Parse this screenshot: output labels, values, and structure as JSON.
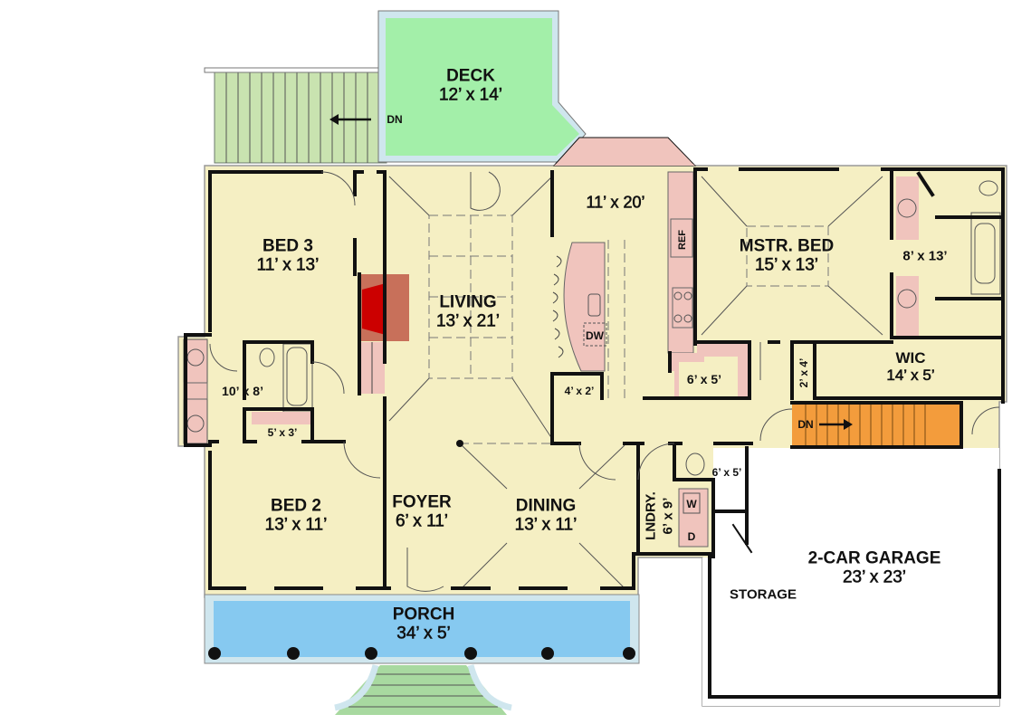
{
  "plan": {
    "colors": {
      "living_fill": "#f5efc3",
      "deck_fill": "#a3efa9",
      "deck_stairs_fill": "#c9e3b0",
      "porch_fill": "#86c9f0",
      "stair_fill": "#f39c3c",
      "counter_fill": "#f0c4bd",
      "fireplace_fill": "#c8705a",
      "firebox_fill": "#cc0000",
      "wall": "#111111",
      "garage_fill": "#ffffff"
    },
    "rooms": {
      "deck": {
        "name": "DECK",
        "dims": "12’ x 14’"
      },
      "deck_stairs": {
        "label": "DN"
      },
      "bed3": {
        "name": "BED 3",
        "dims": "11’ x 13’"
      },
      "living": {
        "name": "LIVING",
        "dims": "13’ x 21’"
      },
      "kitchen": {
        "dims": "11’ x 20’"
      },
      "master_bed": {
        "name": "MSTR. BED",
        "dims": "15’ x 13’"
      },
      "master_bath": {
        "dims": "8’ x 13’"
      },
      "wic": {
        "name": "WIC",
        "dims": "14’ x 5’"
      },
      "bath2": {
        "dims": "10’ x 8’"
      },
      "closet_bed2": {
        "dims": "5’ x 3’"
      },
      "bed2": {
        "name": "BED 2",
        "dims": "13’ x 11’"
      },
      "foyer": {
        "name": "FOYER",
        "dims": "6’ x 11’"
      },
      "dining": {
        "name": "DINING",
        "dims": "13’ x 11’"
      },
      "laundry": {
        "name": "LNDRY.",
        "dims": "6’ x 9’"
      },
      "half_bath": {
        "dims": "6’ x 5’"
      },
      "pantry": {
        "dims": "6’ x 5’"
      },
      "closet_small": {
        "dims": "4’ x 2’"
      },
      "linen": {
        "dims": "2’ x 4’"
      },
      "garage": {
        "name": "2-CAR GARAGE",
        "dims": "23’ x 23’"
      },
      "storage": {
        "name": "STORAGE"
      },
      "porch": {
        "name": "PORCH",
        "dims": "34’ x 5’"
      },
      "main_stairs": {
        "label": "DN"
      }
    },
    "fixtures": {
      "refrigerator": "REF",
      "dishwasher": "DW",
      "washer": "W",
      "dryer": "D"
    }
  }
}
